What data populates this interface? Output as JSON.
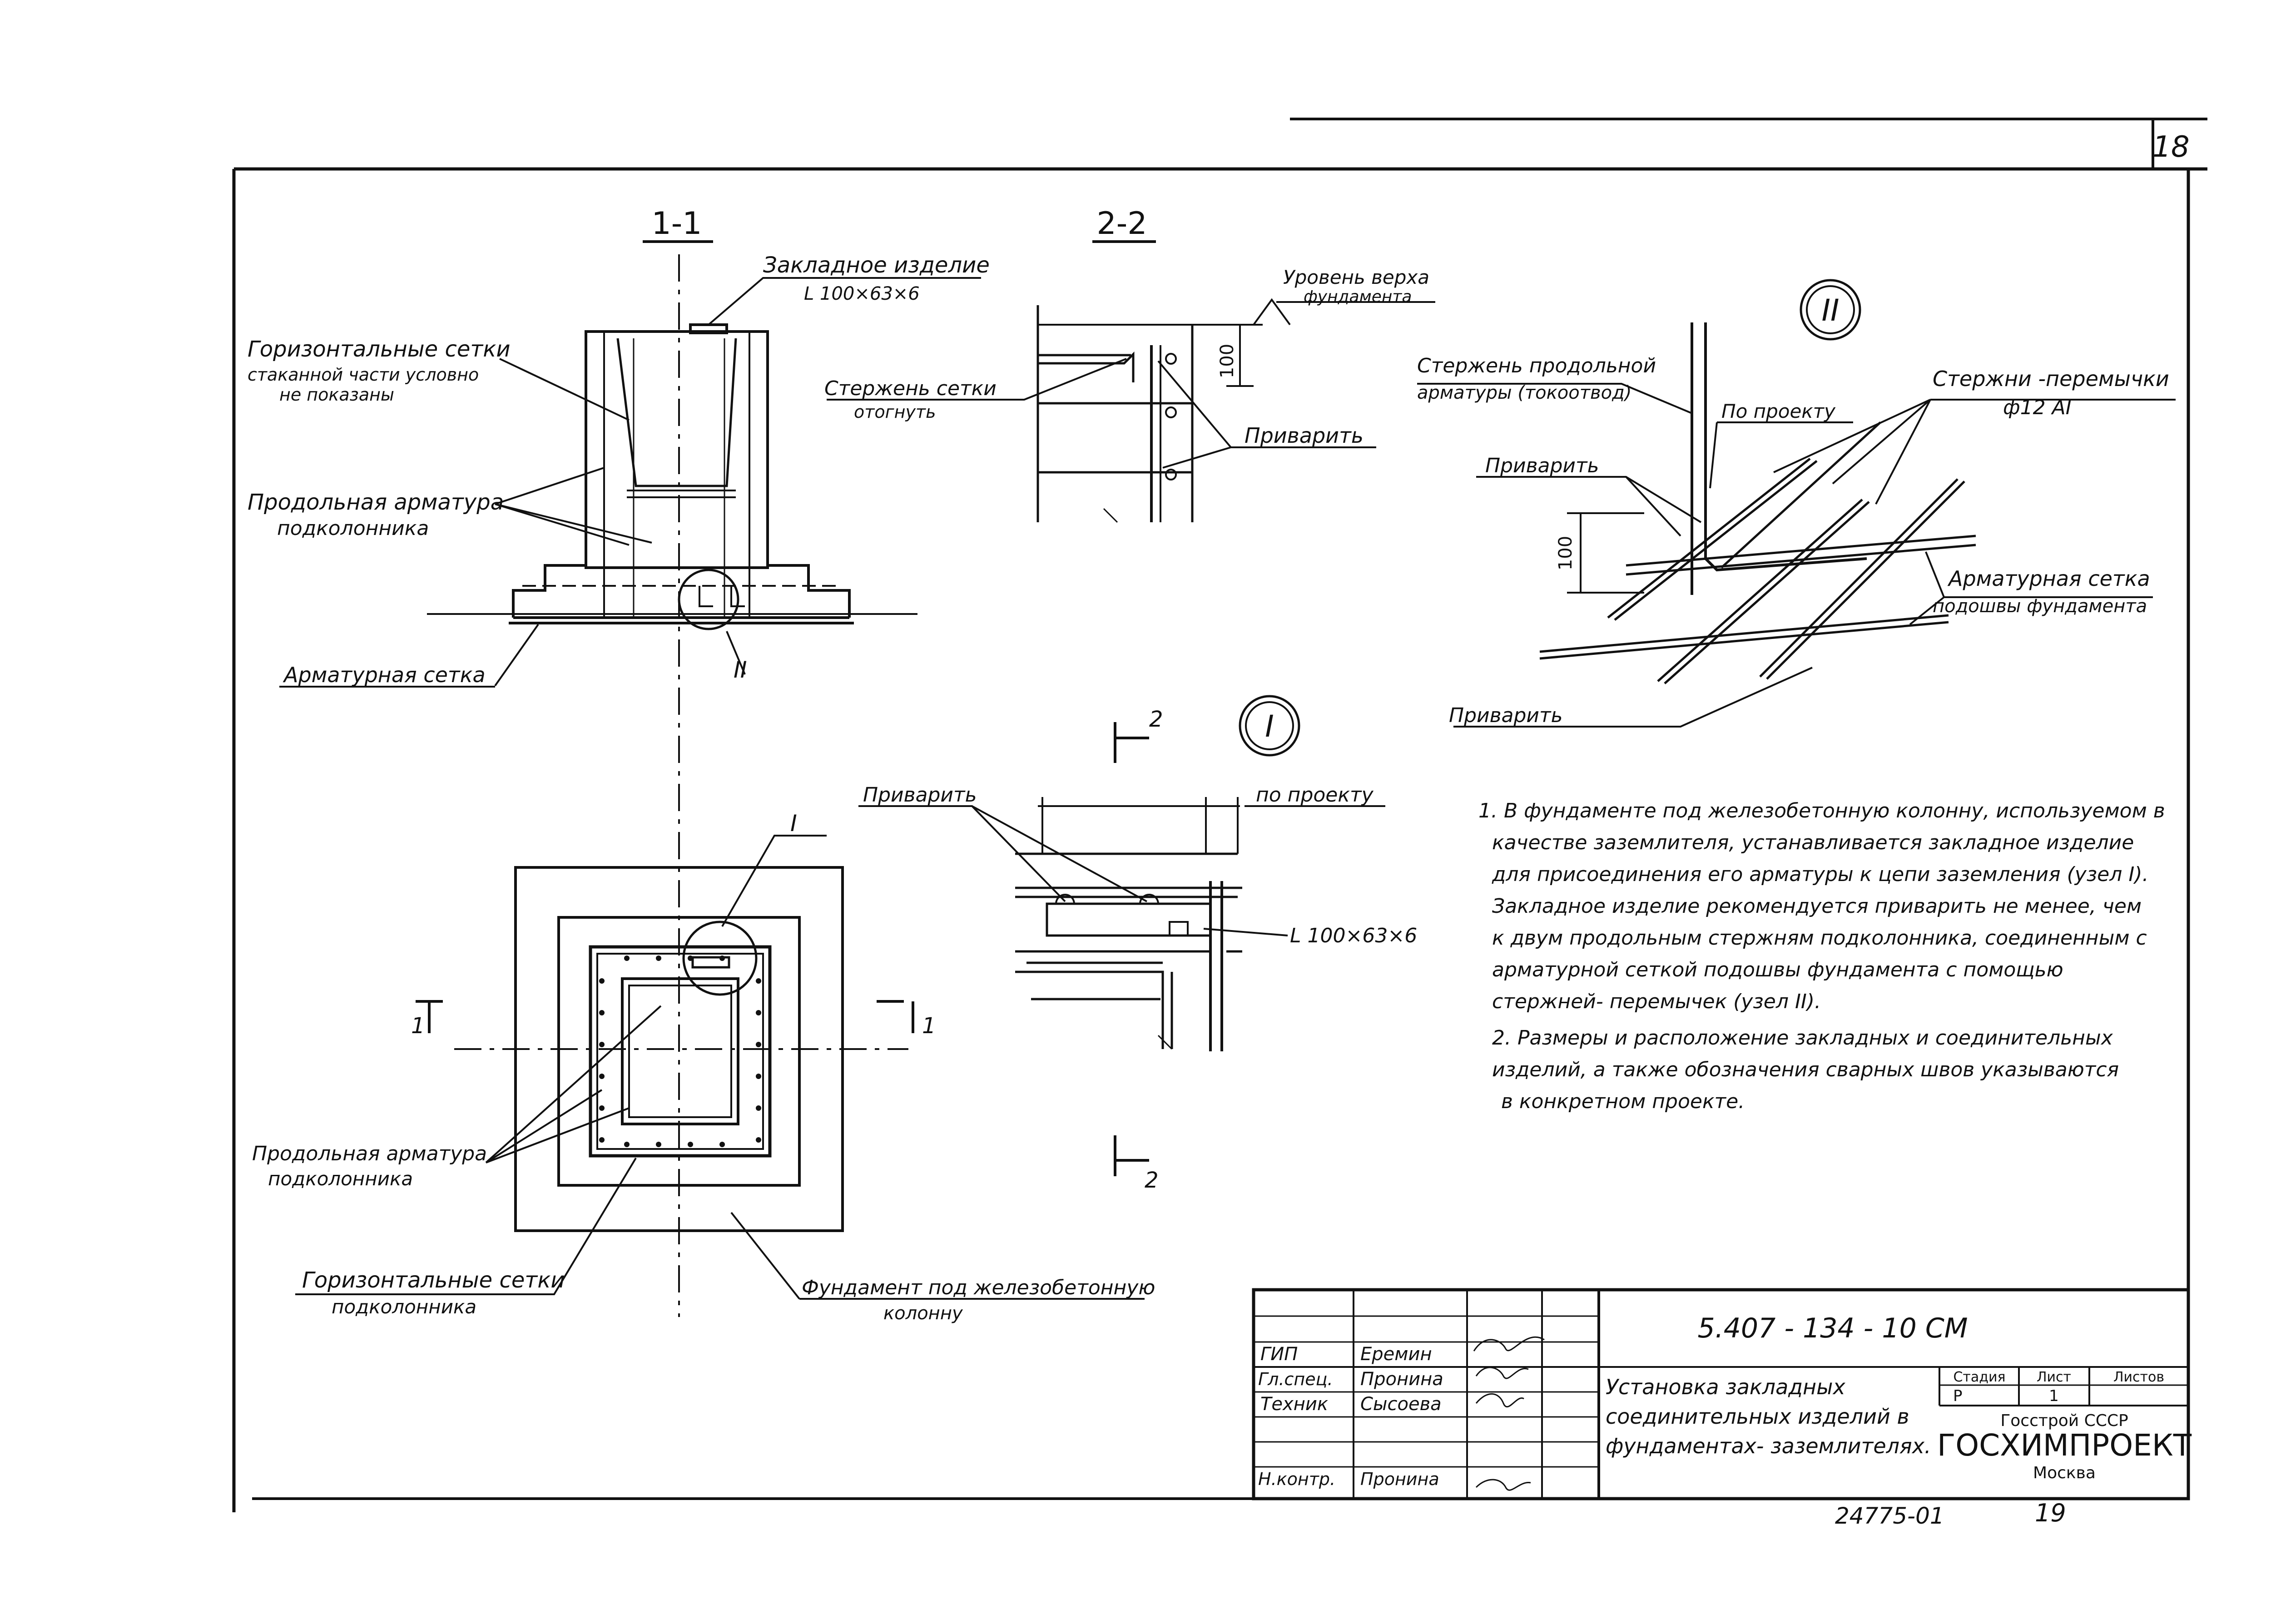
{
  "sheet": {
    "corner_number": "18",
    "bottom_code": "24775-01",
    "bottom_page": "19"
  },
  "section_1_1": {
    "title": "1-1",
    "embedded_item": "Закладное изделие",
    "angle_size": "L 100×63×6",
    "horizontal_meshes_1": "Горизонтальные сетки",
    "horizontal_meshes_2": "стаканной части условно",
    "horizontal_meshes_3": "не показаны",
    "longitudinal_1": "Продольная арматура",
    "longitudinal_2": "подколонника",
    "mesh": "Арматурная сетка",
    "node_ref": "II"
  },
  "section_2_2": {
    "title": "2-2",
    "level_1": "Уровень верха",
    "level_2": "фундамента",
    "dim": "100",
    "bent_1": "Стержень сетки",
    "bent_2": "отогнуть",
    "weld": "Приварить"
  },
  "node_2": {
    "label": "II",
    "rod_1": "Стержень продольной",
    "rod_2": "арматуры (токоотвод)",
    "by_project": "По проекту",
    "jumpers_1": "Стержни -перемычки",
    "jumpers_2": "ф12 АI",
    "weld_top": "Приварить",
    "dim": "100",
    "mesh_1": "Арматурная сетка",
    "mesh_2": "подошвы фундамента",
    "weld_bottom": "Приварить"
  },
  "plan": {
    "cut_1_left": "1",
    "cut_1_right": "1",
    "node_ref": "I",
    "longitudinal_1": "Продольная арматура",
    "longitudinal_2": "подколонника",
    "horizontal_1": "Горизонтальные сетки",
    "horizontal_2": "подколонника",
    "foundation_1": "Фундамент под железобетонную",
    "foundation_2": "колонну"
  },
  "node_1": {
    "label": "I",
    "cut_top": "2",
    "cut_bottom": "2",
    "weld": "Приварить",
    "by_project": "по проекту",
    "angle_size": "L 100×63×6"
  },
  "notes": [
    "1. В фундаменте под железобетонную колонну, используемом в",
    "качестве заземлителя, устанавливается закладное изделие",
    "для присоединения его арматуры к цепи заземления (узел I).",
    "Закладное изделие рекомендуется приварить не менее, чем",
    "к двум продольным стержням подколонника, соединенным с",
    "арматурной сеткой подошвы фундамента с помощью",
    "стержней- перемычек (узел II).",
    "2. Размеры и расположение закладных и соединительных",
    "изделий, а также обозначения сварных швов указываются",
    "в конкретном проекте."
  ],
  "title_block": {
    "doc_code": "5.407 - 134 - 10 СМ",
    "roles": [
      {
        "role": "ГИП",
        "name": "Еремин"
      },
      {
        "role": "Гл.спец.",
        "name": "Пронина"
      },
      {
        "role": "Техник",
        "name": "Сысоева"
      },
      {
        "role": "Н.контр.",
        "name": "Пронина"
      }
    ],
    "title_1": "Установка закладных",
    "title_2": "соединительных изделий в",
    "title_3": "фундаментах- заземлителях.",
    "col_stage": "Стадия",
    "col_sheet": "Лист",
    "col_sheets": "Листов",
    "stage": "Р",
    "sheet_no": "1",
    "org_1": "Госстрой СССР",
    "org_2": "ГОСХИМПРОЕКТ",
    "org_3": "Москва"
  }
}
